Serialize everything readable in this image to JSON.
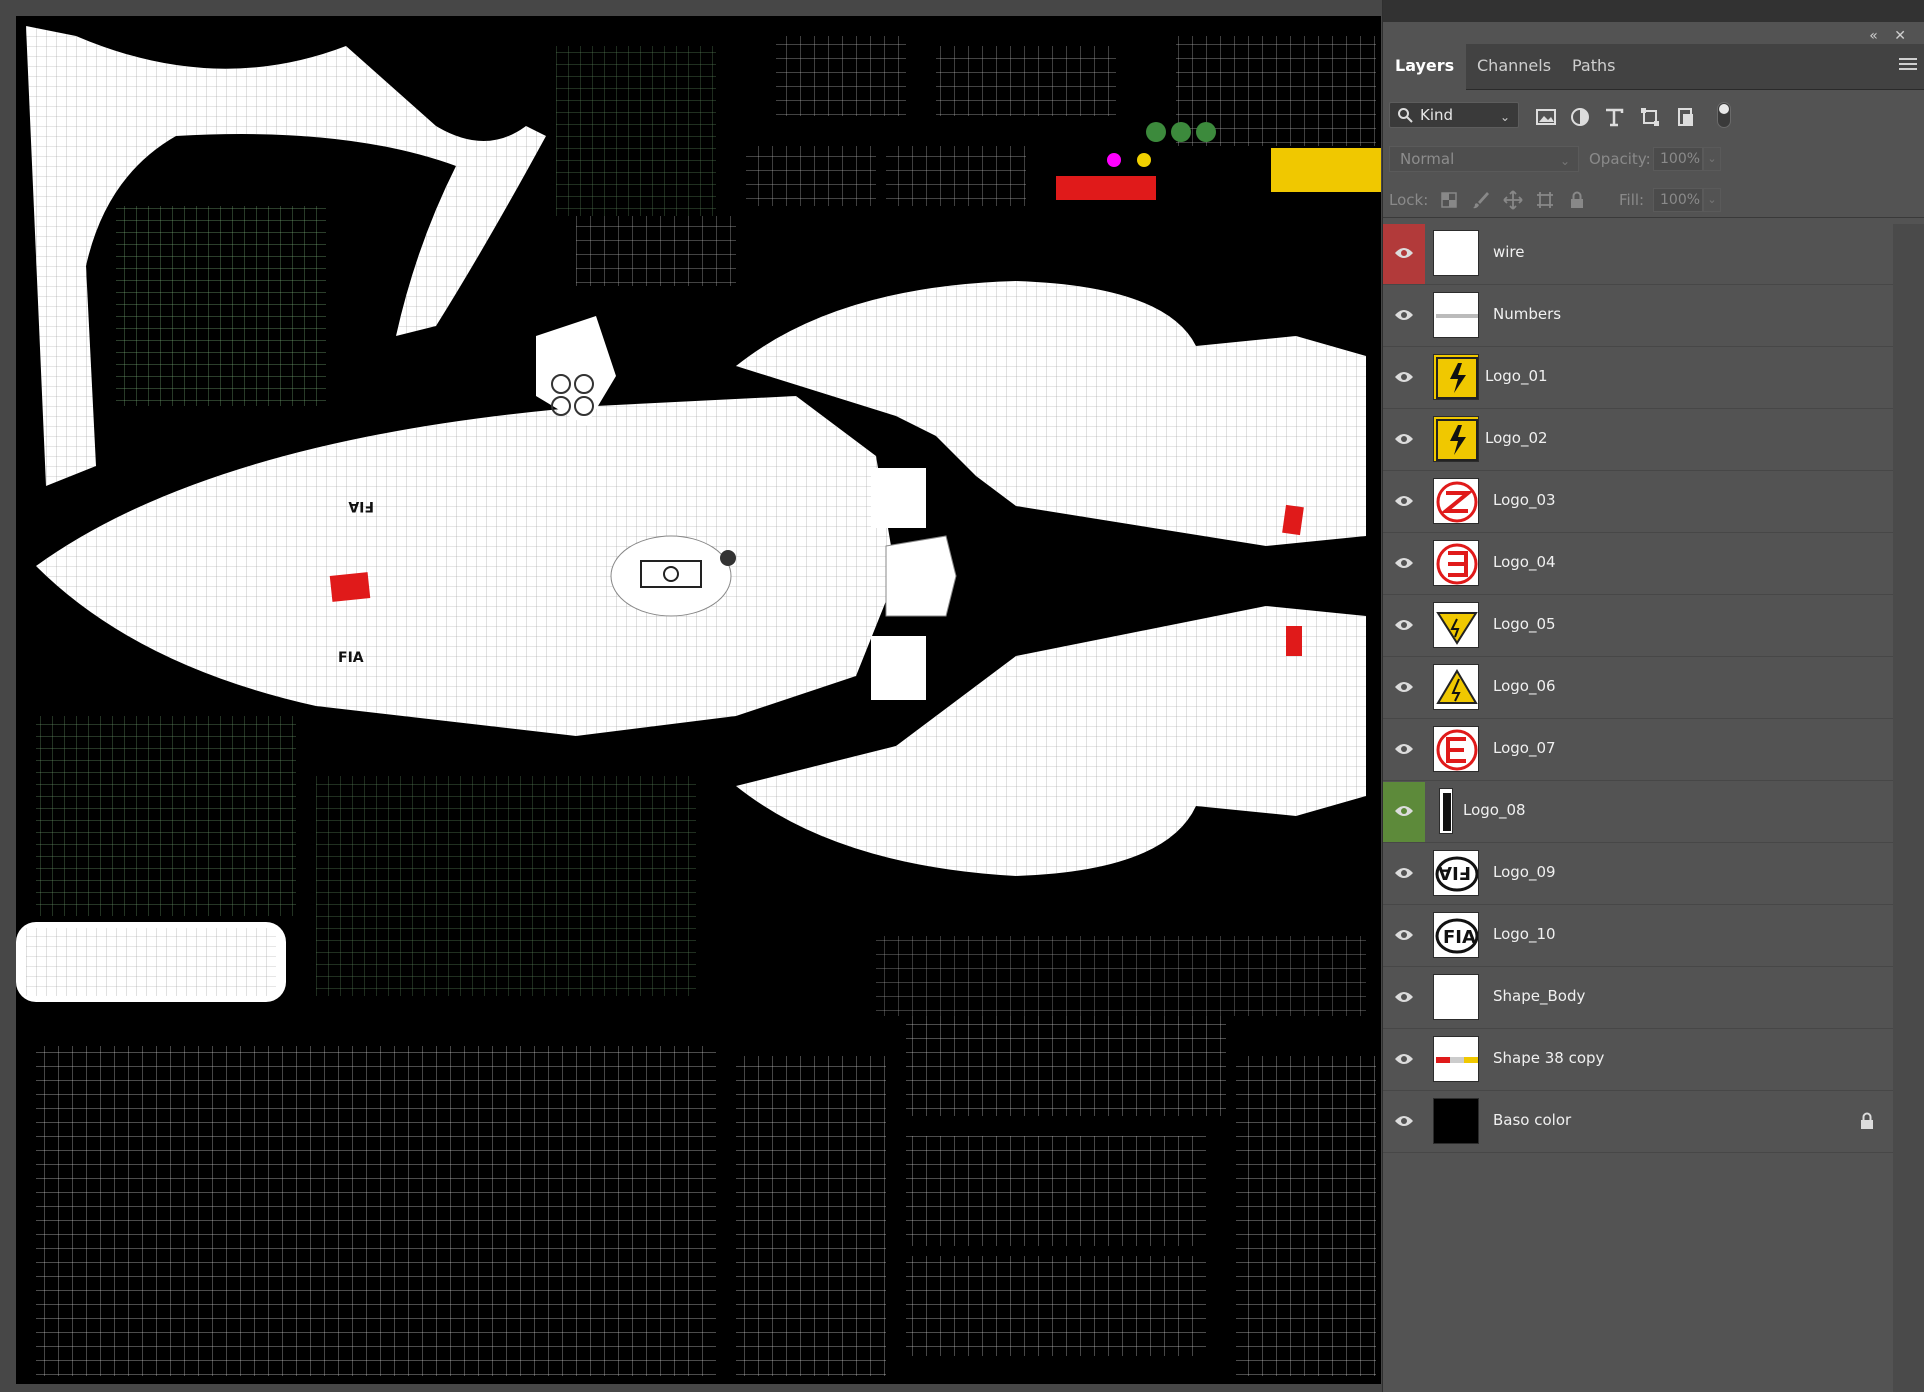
{
  "panel": {
    "tabs": [
      {
        "label": "Layers",
        "active": true
      },
      {
        "label": "Channels",
        "active": false
      },
      {
        "label": "Paths",
        "active": false
      }
    ],
    "window_controls": "«  ✕",
    "filter": {
      "kind_label": "Kind"
    },
    "blend": {
      "mode": "Normal",
      "opacity_label": "Opacity:",
      "opacity_value": "100%"
    },
    "lock": {
      "label": "Lock:",
      "fill_label": "Fill:",
      "fill_value": "100%"
    }
  },
  "layers": [
    {
      "name": "wire",
      "eye_bg": "#b23a3a",
      "thumb": "checker"
    },
    {
      "name": "Numbers",
      "eye_bg": "",
      "thumb": "strip"
    },
    {
      "name": "Logo_01",
      "eye_bg": "",
      "thumb": "yellow-hazard"
    },
    {
      "name": "Logo_02",
      "eye_bg": "",
      "thumb": "yellow-hazard"
    },
    {
      "name": "Logo_03",
      "eye_bg": "",
      "thumb": "red-z"
    },
    {
      "name": "Logo_04",
      "eye_bg": "",
      "thumb": "red-3"
    },
    {
      "name": "Logo_05",
      "eye_bg": "",
      "thumb": "yellow-triangle-down"
    },
    {
      "name": "Logo_06",
      "eye_bg": "",
      "thumb": "yellow-triangle"
    },
    {
      "name": "Logo_07",
      "eye_bg": "",
      "thumb": "red-e"
    },
    {
      "name": "Logo_08",
      "eye_bg": "#5d8a3a",
      "thumb": "narrow-text"
    },
    {
      "name": "Logo_09",
      "eye_bg": "",
      "thumb": "fia-flipped"
    },
    {
      "name": "Logo_10",
      "eye_bg": "",
      "thumb": "fia"
    },
    {
      "name": "Shape_Body",
      "eye_bg": "",
      "thumb": "checker"
    },
    {
      "name": "Shape 38 copy",
      "eye_bg": "",
      "thumb": "color-strip"
    },
    {
      "name": "Baso color",
      "eye_bg": "",
      "thumb": "black",
      "locked": true
    }
  ],
  "canvas": {
    "labels": {
      "fia_top": "FIA",
      "fia_bottom": "FIA"
    },
    "colors": {
      "wire": "#d8d8d8",
      "green_wire": "#7ec77e",
      "accent_red": "#e01a1a",
      "accent_yellow": "#f0c800",
      "magenta": "#ff00ff"
    }
  }
}
